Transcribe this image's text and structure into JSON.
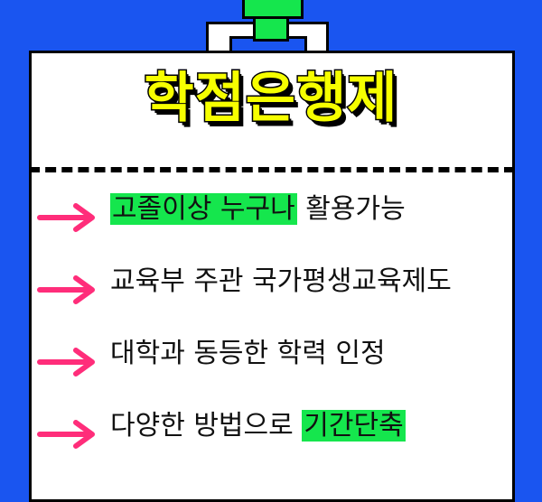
{
  "title": "학점은행제",
  "items": [
    {
      "highlight": "고졸이상 누구나",
      "text": " 활용가능"
    },
    {
      "highlight": "",
      "text": "교육부 주관 국가평생교육제도"
    },
    {
      "highlight": "",
      "text": "대학과 동등한 학력 인정"
    },
    {
      "prefix": "다양한 방법으로 ",
      "highlight": "기간단축"
    }
  ],
  "colors": {
    "background": "#1a55f0",
    "title": "#f6ff00",
    "highlight": "#15e64d",
    "arrow": "#ff2d7a"
  }
}
